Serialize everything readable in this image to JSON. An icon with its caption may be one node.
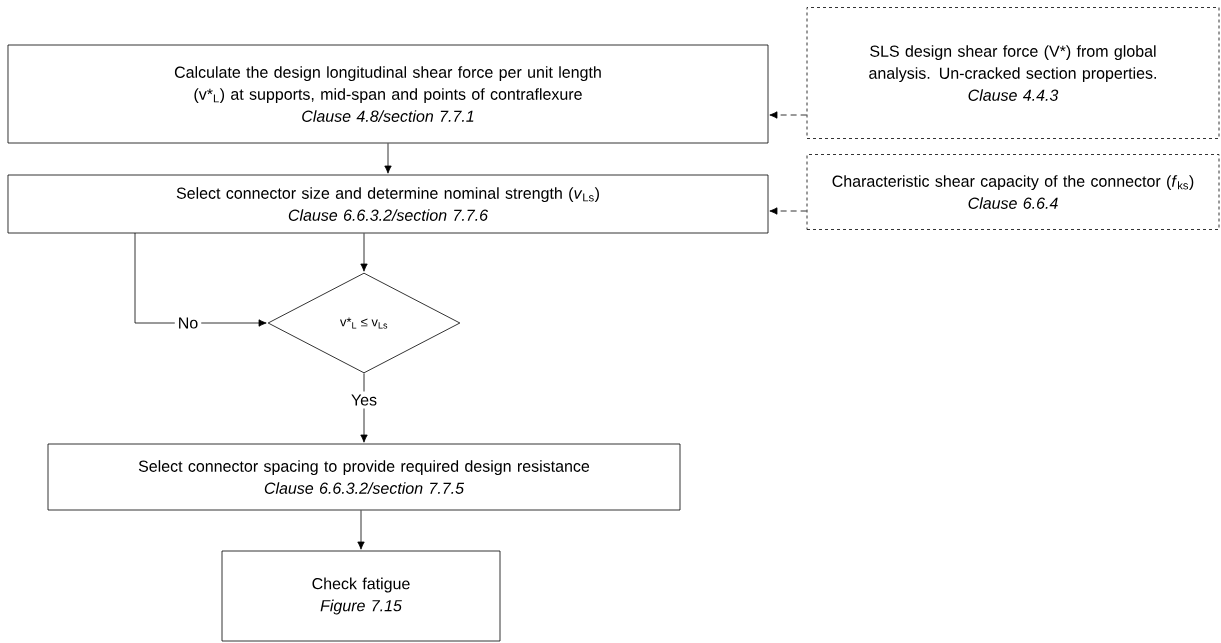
{
  "diagram": {
    "nodes": [
      {
        "text": [
          "Calculate the design longitudinal shear force per unit length (v*$_{L}$) at supports, mid-span and points of contraflexure",
          "Clause 4.8/section 7.7.1"
        ]
      },
      {
        "text": [
          "Select connector size and determine nominal strength (*v*$_{Ls}$)",
          "Clause 6.6.3.2/section 7.7.6"
        ]
      },
      {
        "text": [
          "v*$_{L}$ ≤ v$_{Ls}$"
        ]
      },
      {
        "text": [
          "Select connector spacing to provide required design resistance",
          "Clause 6.6.3.2/section 7.7.5"
        ]
      },
      {
        "text": [
          "Check fatigue",
          "Figure 7.15"
        ]
      },
      {
        "text": [
          "SLS design shear force (V*) from global analysis. Un-cracked section properties.",
          "Clause 4.4.3"
        ]
      },
      {
        "text": [
          "Characteristic shear capacity of the connector (*f*$_{ks}$)",
          "Clause 6.6.4"
        ]
      }
    ],
    "edges": [
      {
        "from": 0,
        "to": 1,
        "arrow": "to"
      },
      {
        "from": 1,
        "to": 2,
        "arrow": "to"
      },
      {
        "from": 1,
        "to": 2,
        "arrow": "to",
        "label": "No"
      },
      {
        "from": 2,
        "to": 3,
        "arrow": "to",
        "label": "Yes"
      },
      {
        "from": 3,
        "to": 4,
        "arrow": "to"
      },
      {
        "from": 5,
        "to": 0,
        "arrow": "to",
        "style": "dashed"
      },
      {
        "from": 6,
        "to": 1,
        "arrow": "to",
        "style": "dashed"
      }
    ]
  }
}
